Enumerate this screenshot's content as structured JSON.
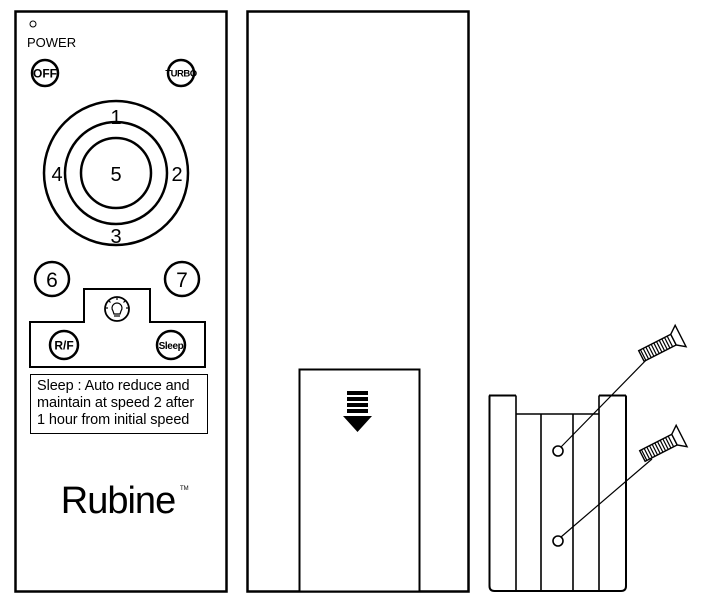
{
  "remote": {
    "power_label": "POWER",
    "off_button": "OFF",
    "turbo_button": "TURBO",
    "speed_buttons": [
      "1",
      "2",
      "3",
      "4",
      "5",
      "6",
      "7"
    ],
    "rf_button": "R/F",
    "sleep_button": "Sleep",
    "sleep_note": [
      "Sleep : Auto reduce and",
      "maintain at speed 2 after",
      "1 hour from initial speed"
    ],
    "brand": "Rubine",
    "trademark": "TM",
    "icons": [
      "power-led-icon",
      "light-bulb-icon",
      "battery-slide-arrow-icon",
      "screw-icon"
    ]
  }
}
